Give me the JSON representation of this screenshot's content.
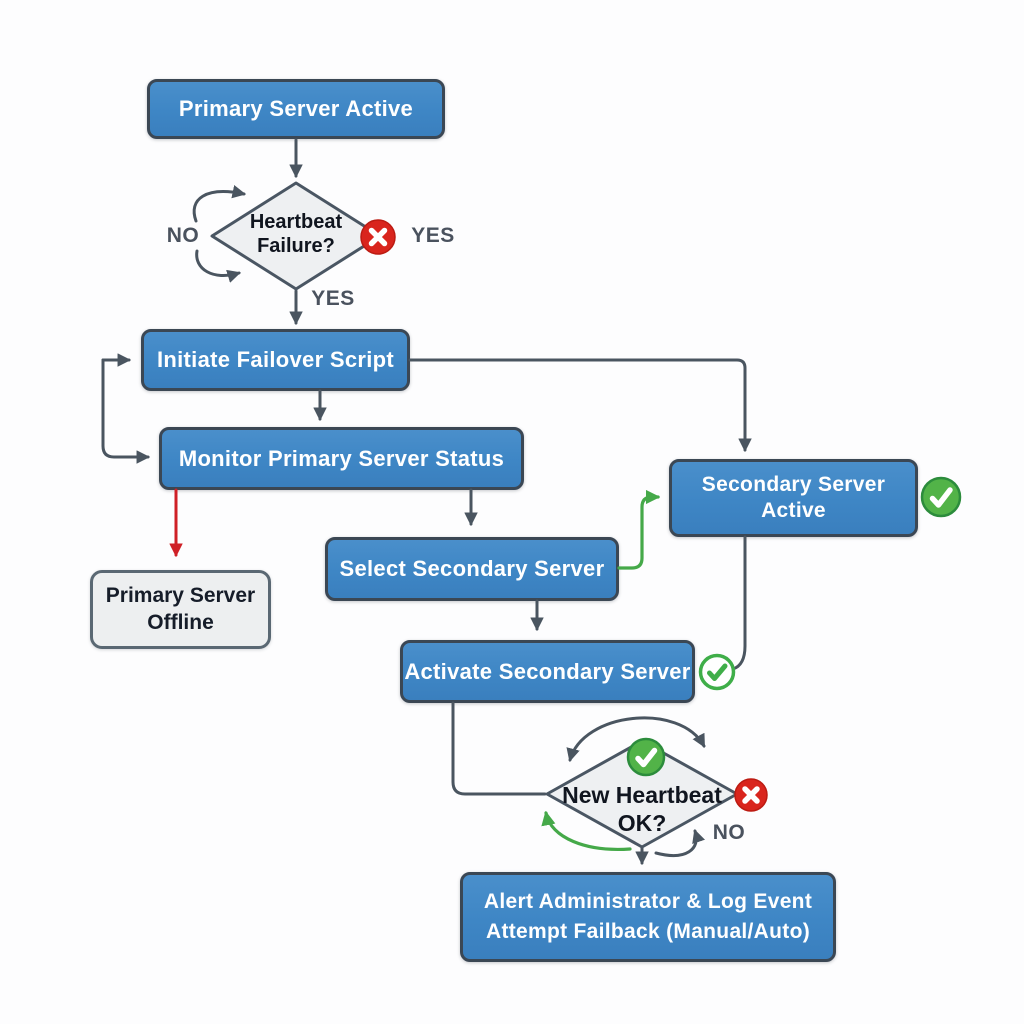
{
  "nodes": {
    "primary_active": {
      "label": "Primary Server Active",
      "type": "process"
    },
    "heartbeat_failure": {
      "label_line1": "Heartbeat",
      "label_line2": "Failure?",
      "type": "decision"
    },
    "initiate_failover": {
      "label": "Initiate Failover Script",
      "type": "process"
    },
    "monitor_primary": {
      "label": "Monitor Primary Server Status",
      "type": "process"
    },
    "primary_offline": {
      "label_line1": "Primary Server",
      "label_line2": "Offline",
      "type": "terminal"
    },
    "select_secondary": {
      "label": "Select Secondary Server",
      "type": "process"
    },
    "secondary_active": {
      "label_line1": "Secondary Server",
      "label_line2": "Active",
      "type": "process"
    },
    "activate_secondary": {
      "label": "Activate Secondary Server",
      "type": "process"
    },
    "new_heartbeat_ok": {
      "label_line1": "New Heartbeat",
      "label_line2": "OK?",
      "type": "decision"
    },
    "alert_admin": {
      "label_line1": "Alert Administrator & Log Event",
      "label_line2": "Attempt Failback (Manual/Auto)",
      "type": "process"
    }
  },
  "edge_labels": {
    "heartbeat_no": "NO",
    "heartbeat_yes_right": "YES",
    "heartbeat_yes_down": "YES",
    "failback_no": "NO"
  },
  "icons": {
    "heartbeat_failure_yes": "x-circle",
    "secondary_active_status": "check-circle-filled",
    "activate_secondary_status": "check-circle-outline",
    "new_heartbeat_ok_status": "check-circle-filled",
    "new_heartbeat_fail": "x-circle"
  },
  "colors": {
    "process_fill": "#3e86c5",
    "process_border": "#3b4754",
    "process_text": "#ffffff",
    "decision_fill": "#eef0f2",
    "decision_border": "#4a5663",
    "decision_text": "#10151f",
    "terminal_fill": "#edeff0",
    "terminal_border": "#5a6873",
    "terminal_text": "#161d29",
    "connector": "#4a5560",
    "connector_alert": "#cf2027",
    "connector_success": "#45a949",
    "icon_error": "#d9251d",
    "icon_success": "#52b348",
    "label_text": "#4a525e",
    "background": "#fdfdfe"
  }
}
